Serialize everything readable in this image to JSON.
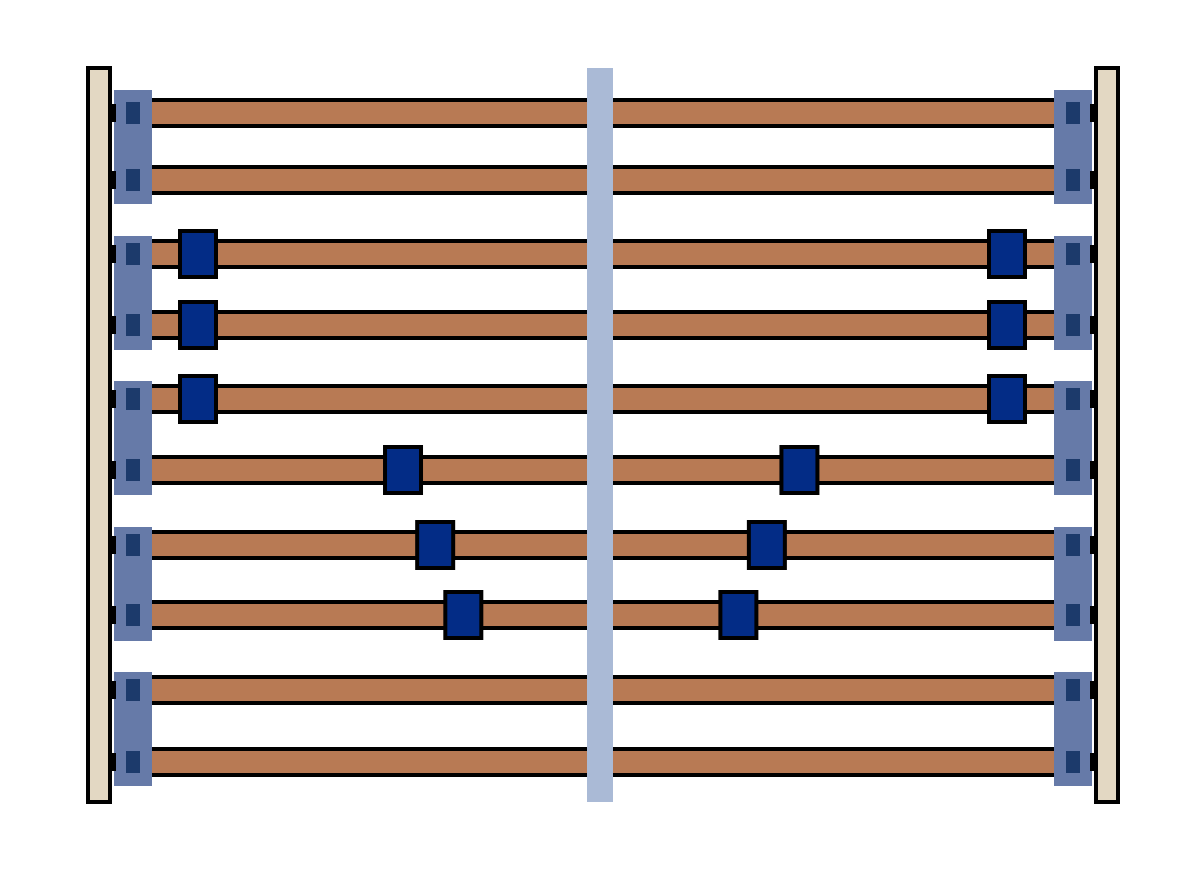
{
  "diagram": {
    "kind": "slatted frame",
    "colors": {
      "background": "#ffffff",
      "rail_fill": "#e3d8c3",
      "outline": "#000000",
      "slat": "#b87a54",
      "holder_light": "#667aa8",
      "holder_dark": "#1c3a6b",
      "center_beam": "#aabad6",
      "adjuster": "#032c86"
    },
    "slat_count": 10,
    "holders_per_side": 5,
    "adjusters": [
      {
        "slat": 3,
        "side": "left",
        "position": 0.11
      },
      {
        "slat": 3,
        "side": "right",
        "position": 0.11
      },
      {
        "slat": 4,
        "side": "left",
        "position": 0.11
      },
      {
        "slat": 4,
        "side": "right",
        "position": 0.11
      },
      {
        "slat": 5,
        "side": "left",
        "position": 0.11
      },
      {
        "slat": 5,
        "side": "right",
        "position": 0.11
      },
      {
        "slat": 6,
        "side": "left",
        "position": 0.51
      },
      {
        "slat": 6,
        "side": "right",
        "position": 0.51
      },
      {
        "slat": 7,
        "side": "left",
        "position": 0.59
      },
      {
        "slat": 7,
        "side": "right",
        "position": 0.59
      },
      {
        "slat": 8,
        "side": "left",
        "position": 0.66
      },
      {
        "slat": 8,
        "side": "right",
        "position": 0.66
      }
    ]
  }
}
